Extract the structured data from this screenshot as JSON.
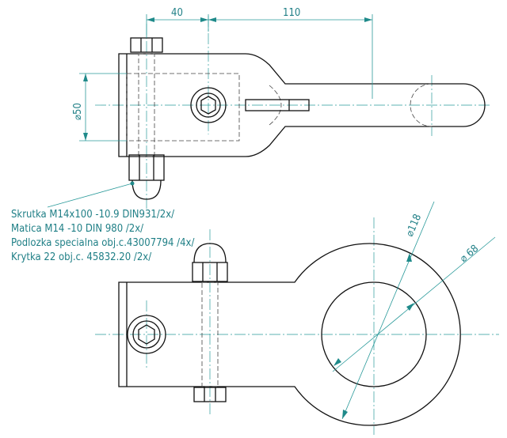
{
  "dimensions": {
    "d40": "40",
    "d110": "110",
    "dia50": "⌀50",
    "dia118": "⌀118",
    "dia68": "⌀ 68"
  },
  "notes": [
    "Skrutka M14x100 -10.9 DIN931/2x/",
    "Matica M14 -10 DIN 980 /2x/",
    "Podlozka specialna obj.c.43007794 /4x/",
    "Krytka 22 obj.c. 45832.20 /2x/"
  ]
}
